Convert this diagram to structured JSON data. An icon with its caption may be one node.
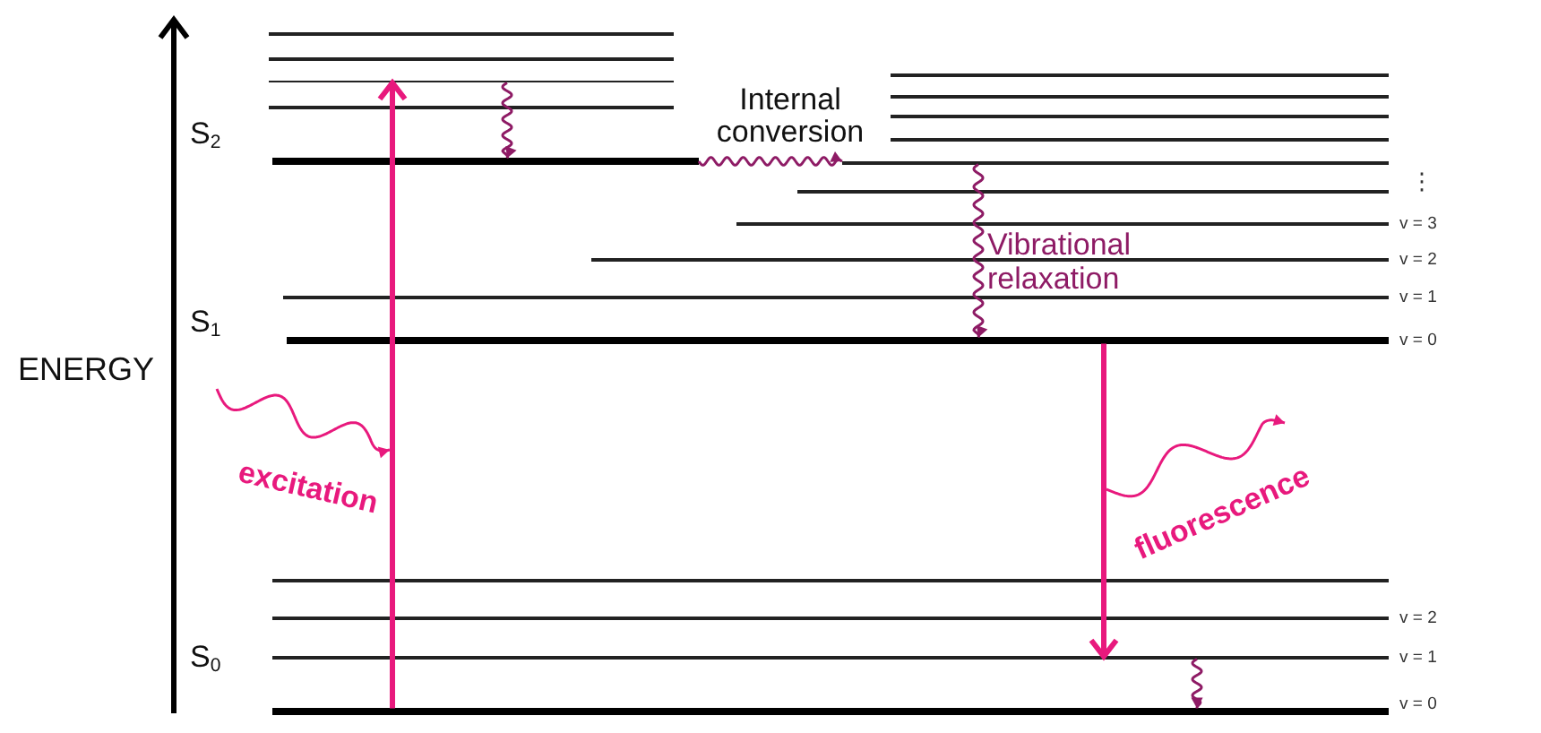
{
  "diagram": {
    "nodes": [
      {
        "text": [],
        "shape": "bar"
      },
      {
        "text": [],
        "shape": "bar"
      },
      {
        "text": [],
        "shape": "bar"
      },
      {
        "text": [],
        "shape": "bar"
      },
      {
        "text": [],
        "shape": "bar"
      },
      {
        "text": [],
        "shape": "bar"
      },
      {
        "text": [],
        "shape": "bar"
      },
      {
        "text": [],
        "shape": "bar"
      },
      {
        "text": [],
        "shape": "bar"
      },
      {
        "text": [],
        "shape": "bar"
      },
      {
        "text": [],
        "shape": "bar",
        "beside": [
          "⋮"
        ]
      },
      {
        "text": [],
        "shape": "bar",
        "beside": [
          "v = 3"
        ]
      },
      {
        "text": [],
        "shape": "bar",
        "beside": [
          "v = 2"
        ]
      },
      {
        "text": [],
        "shape": "bar",
        "beside": [
          "v = 1"
        ]
      },
      {
        "text": [],
        "shape": "bar",
        "beside": [
          "v = 0"
        ]
      },
      {
        "text": [],
        "shape": "bar"
      },
      {
        "text": [],
        "shape": "bar",
        "beside": [
          "v = 2"
        ]
      },
      {
        "text": [],
        "shape": "bar",
        "beside": [
          "v = 1"
        ]
      },
      {
        "text": [],
        "shape": "bar",
        "beside": [
          "v = 0"
        ]
      }
    ],
    "edges": [
      {
        "from": 18,
        "to": 3,
        "arrow": "to",
        "style": "thick",
        "color": "#e8197d"
      },
      {
        "from": 3,
        "to": 8,
        "arrow": "to",
        "color": "#8e1b65"
      },
      {
        "from": 8,
        "to": 9,
        "arrow": "to",
        "label": "Internal conversion",
        "color": "#8e1b65"
      },
      {
        "from": 9,
        "to": 14,
        "arrow": "to",
        "label": "Vibrational relaxation",
        "color": "#8e1b65"
      },
      {
        "from": 14,
        "to": 17,
        "arrow": "to",
        "style": "thick",
        "color": "#e8197d"
      },
      {
        "from": 17,
        "to": 18,
        "arrow": "to",
        "color": "#8e1b65"
      }
    ],
    "labels": [
      "S$_{2}$",
      "S$_{1}$",
      "ENERGY",
      "excitation",
      "fluorescence",
      "S$_{0}$"
    ]
  }
}
